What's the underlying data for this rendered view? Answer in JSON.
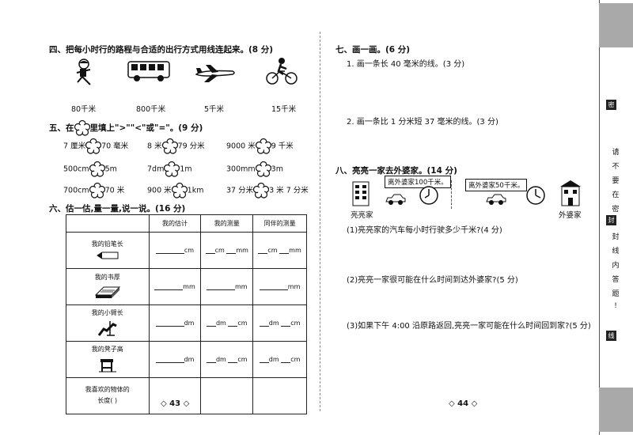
{
  "left": {
    "q4": {
      "title": "四、把每小时行的路程与合适的出行方式用线连起来。(8 分)",
      "icons": [
        "running-child-icon",
        "bus-icon",
        "airplane-icon",
        "cyclist-icon"
      ],
      "speeds": [
        "80千米",
        "800千米",
        "5千米",
        "15千米"
      ]
    },
    "q5": {
      "title_pre": "五、在",
      "title_post": "里填上\">\"\"<\"或\"=\"。(9 分)",
      "rows": [
        [
          [
            "7 厘米",
            "70 毫米"
          ],
          [
            "8 米",
            "79 分米"
          ],
          [
            "9000 米",
            "9 千米"
          ]
        ],
        [
          [
            "500cm",
            "5m"
          ],
          [
            "7dm",
            "1m"
          ],
          [
            "300mm",
            "3m"
          ]
        ],
        [
          [
            "700cm",
            "70 米"
          ],
          [
            "900 米",
            "1km"
          ],
          [
            "37 分米",
            "3 米 7 分米"
          ]
        ]
      ]
    },
    "q6": {
      "title": "六、估一估,量一量,说一说。(16 分)",
      "headers": [
        "",
        "我的估计",
        "我的测量",
        "同伴的测量"
      ],
      "rows": [
        {
          "label": "我的铅笔长",
          "icon": "pencil-icon",
          "est_unit": "cm",
          "m1": "cm",
          "m2": "mm",
          "p1": "cm",
          "p2": "mm"
        },
        {
          "label": "我的书厚",
          "icon": "book-icon",
          "est_unit": "mm",
          "m1": "mm",
          "m2": "",
          "p1": "mm",
          "p2": ""
        },
        {
          "label": "我的小臂长",
          "icon": "arm-icon",
          "est_unit": "dm",
          "m1": "dm",
          "m2": "cm",
          "p1": "dm",
          "p2": "cm"
        },
        {
          "label": "我的凳子高",
          "icon": "stool-icon",
          "est_unit": "dm",
          "m1": "dm",
          "m2": "cm",
          "p1": "dm",
          "p2": "cm"
        }
      ],
      "last_label_1": "我喜欢的物体的",
      "last_label_2": "长度(      )"
    },
    "page_number": "◇ 43 ◇"
  },
  "right": {
    "q7": {
      "title": "七、画一画。(6 分)",
      "items": [
        "1. 画一条长 40 毫米的线。(3 分)",
        "2. 画一条比 1 分米短 37 毫米的线。(3 分)"
      ]
    },
    "q8": {
      "title": "八、亮亮一家去外婆家。(14 分)",
      "sign1": "离外婆家100千米。",
      "sign2": "离外婆家50千米。",
      "home_label": "亮亮家",
      "grandma_label": "外婆家",
      "questions": [
        "(1)亮亮家的汽车每小时行驶多少千米?(4 分)",
        "(2)亮亮一家很可能在什么时间到达外婆家?(5 分)",
        "(3)如果下午 4:00 沿原路返回,亮亮一家可能在什么时间回到家?(5 分)"
      ]
    },
    "page_number": "◇ 44 ◇"
  },
  "side": {
    "chars": [
      "请",
      "不",
      "要",
      "在",
      "密",
      "封",
      "线",
      "内",
      "答",
      "题",
      "!"
    ],
    "marks": [
      "密",
      "封",
      "线"
    ]
  }
}
